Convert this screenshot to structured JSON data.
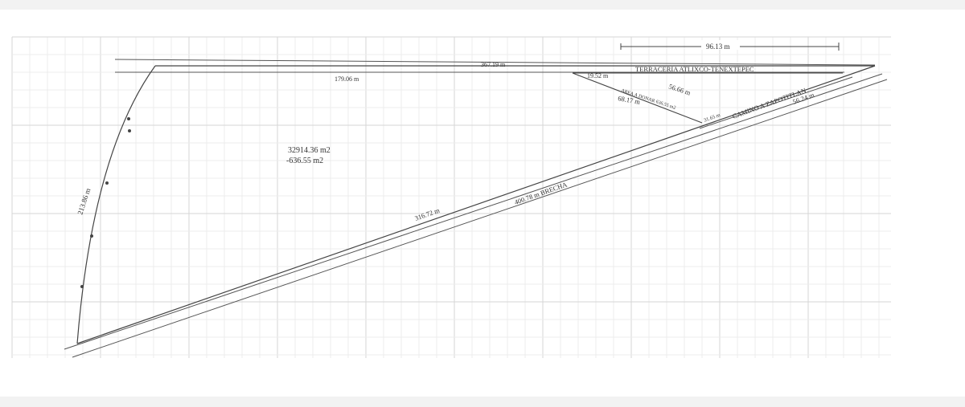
{
  "plan": {
    "dimension_top": "96.13 m",
    "road_length": "367.19 m",
    "road_name": "TERRACERIA ATLIXCO-TENEXTEPEC",
    "lot_top": "179.06 m",
    "small_top": "19.52 m",
    "small_diag": "56.66 m",
    "area_label": "AREA A DONAR 636.55 m2",
    "small_left": "68.17 m",
    "small_side": "31.65 m",
    "camino_name": "CAMINO A ZAPOTITLAN",
    "camino_length": "56.24 m",
    "area_total": "32914.36 m2",
    "area_minus": "-636.55 m2",
    "left_side": "213.86 m",
    "hyp_inner": "316.72 m",
    "brecha": "400.78 m BRECHA"
  }
}
